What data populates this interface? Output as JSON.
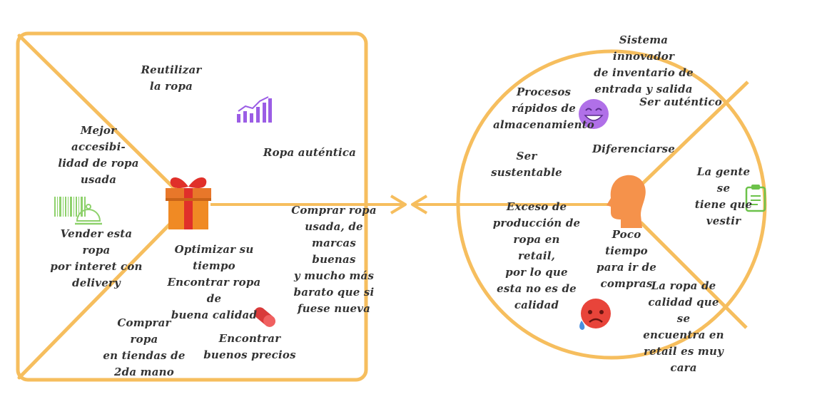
{
  "colors": {
    "frame": "#F6BE5E",
    "text": "#333333",
    "gift_box": "#F08A24",
    "gift_ribbon": "#E0302A",
    "chart_icon": "#9B5DE5",
    "smile_face": "#B070E8",
    "head": "#F5924B",
    "sad_face": "#E8443A",
    "clipboard": "#6CC24A",
    "pill": "#D93A3A",
    "barcode": "#8ED16C"
  },
  "left_panel": {
    "labels": {
      "reutilizar": "Reutilizar\nla ropa",
      "ropa_autentica": "Ropa auténtica",
      "mejor_accesibilidad": "Mejor\naccesibi-\nlidad de ropa\nusada",
      "vender": "Vender esta\nropa\npor interet con\ndelivery",
      "optimizar": "Optimizar su\ntiempo\nEncontrar ropa\nde\nbuena calidad",
      "comprar_2da_mano": "Comprar\nropa\nen tiendas de\n2da mano",
      "buenos_precios": "Encontrar\nbuenos precios",
      "comprar_usada": "Comprar ropa\nusada, de\nmarcas\nbuenas\ny mucho más\nbarato que si\nfuese nueva"
    },
    "icons": [
      "gift-icon",
      "bar-chart-icon",
      "barcode-icon",
      "food-cloche-icon",
      "pill-icon"
    ]
  },
  "right_panel": {
    "labels": {
      "sistema": "Sistema\ninnovador\nde inventario de\nentrada y salida",
      "ser_autentico": "Ser auténtico",
      "procesos": "Procesos\nrápidos de\nalmacenamiento",
      "diferenciarse": "Diferenciarse",
      "sustentable": "Ser\nsustentable",
      "la_gente": "La gente\nse\ntiene que\nvestir",
      "exceso": "Exceso de\nproducción de\nropa en\nretail,\npor lo que\nesta no es de\ncalidad",
      "poco_tiempo": "Poco\ntiempo\npara ir de\ncompras",
      "ropa_calidad": "La ropa de\ncalidad que\nse\nencuentra en\nretail es muy\ncara"
    },
    "icons": [
      "head-profile-icon",
      "smiling-face-icon",
      "sad-face-icon",
      "clipboard-icon"
    ]
  }
}
